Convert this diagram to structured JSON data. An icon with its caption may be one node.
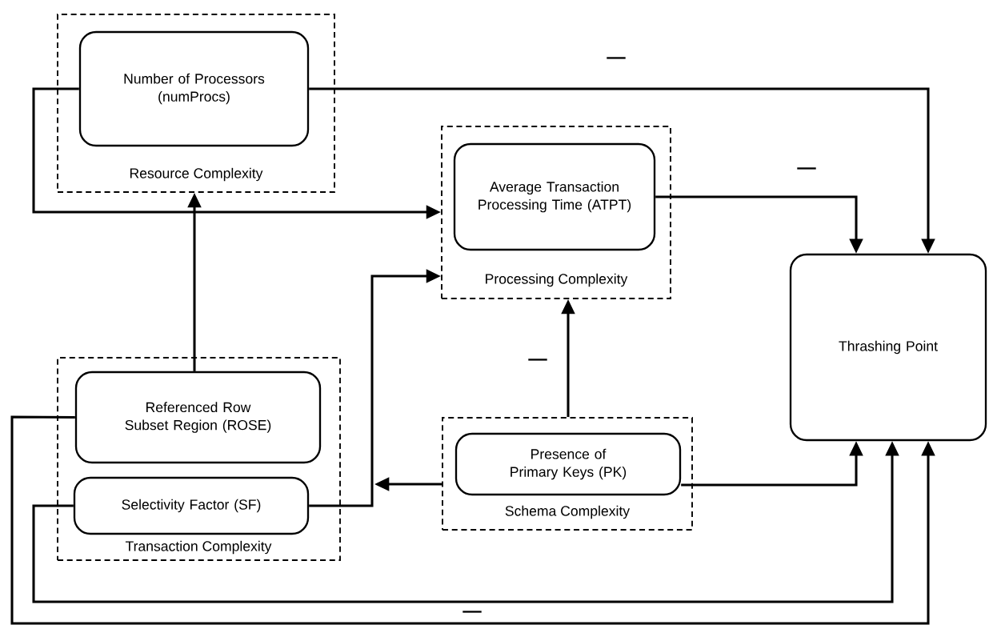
{
  "diagram": {
    "nodes": [
      {
        "text": [
          "Resource Complexity"
        ]
      },
      {
        "text": [
          "Number of Processors (numProcs)"
        ],
        "in": 0
      },
      {
        "text": [
          "Processing Complexity"
        ]
      },
      {
        "text": [
          "Average Transaction Processing Time (ATPT)"
        ],
        "in": 2
      },
      {
        "text": [
          "Thrashing Point"
        ]
      },
      {
        "text": [
          "Transaction Complexity"
        ]
      },
      {
        "text": [
          "Referenced Row Subset Region (ROSE)"
        ],
        "in": 5
      },
      {
        "text": [
          "Selectivity Factor (SF)"
        ],
        "in": 5
      },
      {
        "text": [
          "Schema Complexity"
        ]
      },
      {
        "text": [
          "Presence of Primary Keys (PK)"
        ],
        "in": 8
      }
    ],
    "edges": [
      {
        "from": 1,
        "to": 4,
        "arrow": "to",
        "label": "—"
      },
      {
        "from": 1,
        "to": 2,
        "arrow": "to"
      },
      {
        "from": 3,
        "to": 4,
        "arrow": "to",
        "label": "—"
      },
      {
        "from": 6,
        "to": 0,
        "arrow": "to"
      },
      {
        "from": 7,
        "to": 2,
        "arrow": "to"
      },
      {
        "from": 8,
        "to": null,
        "arrow": "to"
      },
      {
        "from": 8,
        "to": 2,
        "arrow": "to",
        "label": "—"
      },
      {
        "from": 9,
        "to": 4,
        "arrow": "to"
      },
      {
        "from": 7,
        "to": 4,
        "arrow": "to",
        "label": "—"
      },
      {
        "from": 6,
        "to": 4,
        "arrow": "to"
      }
    ]
  }
}
